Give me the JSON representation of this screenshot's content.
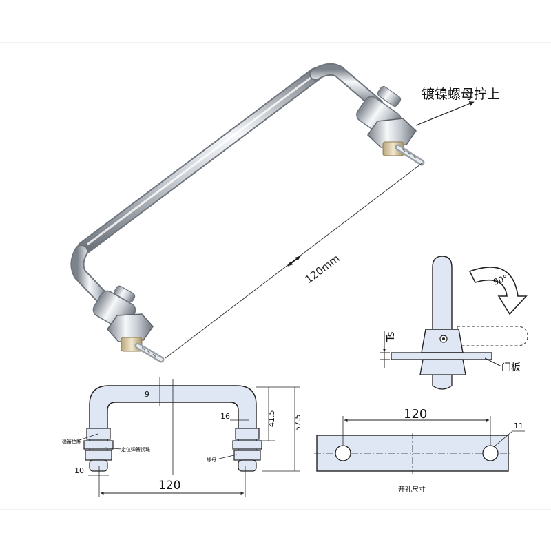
{
  "product": {
    "callout_nut": "镀镍螺母拧上",
    "dim_length": "120mm"
  },
  "rotation_detail": {
    "angle": "90°",
    "ts_label": "Ts",
    "door_panel": "门板"
  },
  "front_drawing": {
    "dim_9": "9",
    "dim_16": "16",
    "dim_41_5": "41.5",
    "dim_57_5": "57.5",
    "dim_10": "10",
    "dim_120": "120",
    "label_spring_washer": "弹簧垫圈",
    "label_positioning_pin": "定位弹簧钢珠",
    "label_nut": "螺母"
  },
  "hole_drawing": {
    "dim_120": "120",
    "dim_11": "11",
    "caption": "开孔尺寸"
  },
  "colors": {
    "line": "#2b2b2b",
    "fill_drawing": "#dfe6f4",
    "chrome_dark": "#8a8f96",
    "chrome_light": "#f4f6f8"
  }
}
